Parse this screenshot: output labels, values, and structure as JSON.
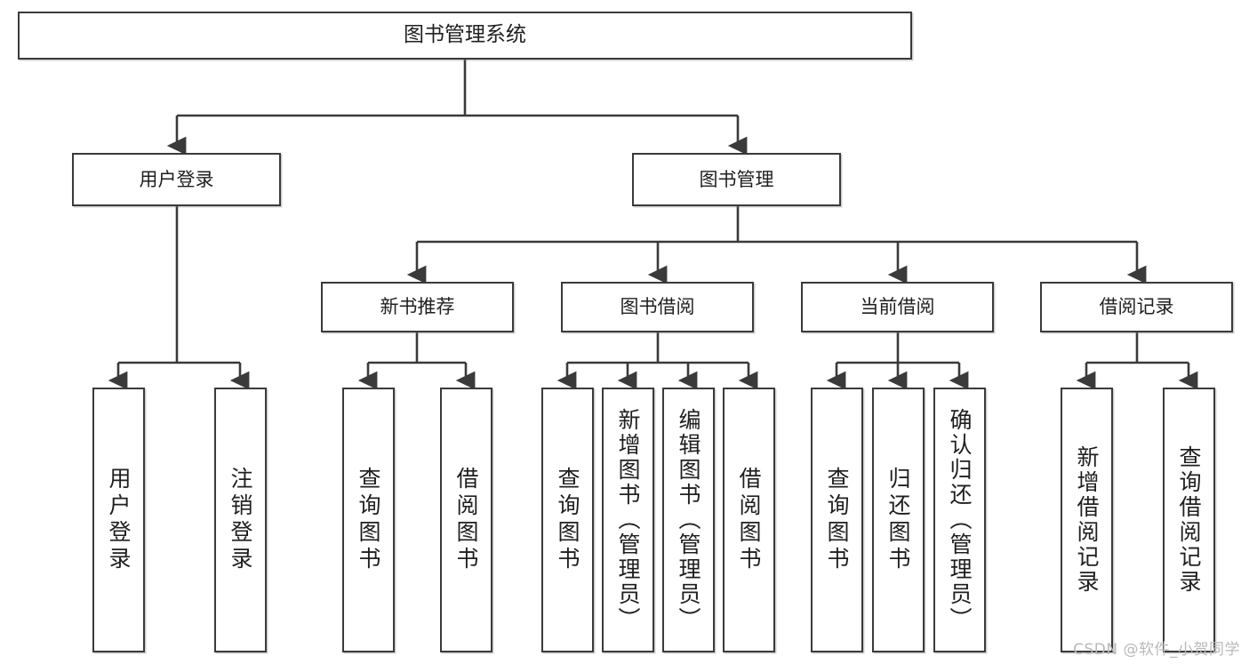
{
  "diagram": {
    "title": "图书管理系统",
    "type": "tree",
    "watermark": "CSDN @软件_小贺同学",
    "colors": {
      "box_border": "#3a3a3a",
      "box_fill": "#ffffff",
      "connector": "#3a3a3a",
      "text": "#1f1f1f",
      "watermark": "#b9b9b9"
    },
    "root": {
      "label": "图书管理系统"
    },
    "level2": [
      {
        "label": "用户登录"
      },
      {
        "label": "图书管理"
      }
    ],
    "level3": [
      {
        "label": "新书推荐"
      },
      {
        "label": "图书借阅"
      },
      {
        "label": "当前借阅"
      },
      {
        "label": "借阅记录"
      }
    ],
    "leaves": {
      "user_login": [
        {
          "label": "用户登录"
        },
        {
          "label": "注销登录"
        }
      ],
      "new_book_recommend": [
        {
          "label": "查询图书"
        },
        {
          "label": "借阅图书"
        }
      ],
      "book_borrow": [
        {
          "label": "查询图书"
        },
        {
          "label": "新增图书（管理员）"
        },
        {
          "label": "编辑图书（管理员）"
        },
        {
          "label": "借阅图书"
        }
      ],
      "current_borrow": [
        {
          "label": "查询图书"
        },
        {
          "label": "归还图书"
        },
        {
          "label": "确认归还（管理员）"
        }
      ],
      "borrow_record": [
        {
          "label": "新增借阅记录"
        },
        {
          "label": "查询借阅记录"
        }
      ]
    }
  }
}
